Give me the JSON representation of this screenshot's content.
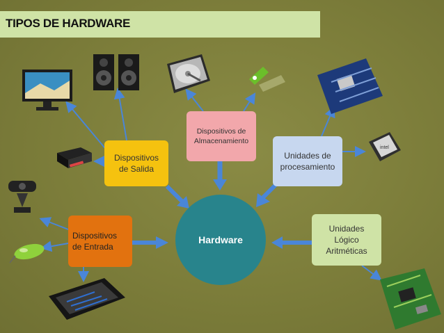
{
  "title": "TIPOS DE HARDWARE",
  "hub": {
    "label": "Hardware"
  },
  "nodes": {
    "salida": "Dispositivos\nde Salida",
    "almacenamiento": "Dispositivos de\nAlmacenamiento",
    "procesamiento": "Unidades de\nprocesamiento",
    "entrada": "Dispositivos\nde Entrada",
    "ula": "Unidades\nLógico\nAritméticas"
  },
  "colors": {
    "background": "#7c7d3a",
    "title_bar": "#cfe3a6",
    "salida": "#f5c20f",
    "almacenamiento": "#f2a7ab",
    "procesamiento": "#c7d7ef",
    "entrada": "#e2720f",
    "ula": "#cfe3a6",
    "hub": "#28848c",
    "arrow": "#4a86d8"
  },
  "devices": [
    "monitor-icon",
    "speakers-icon",
    "hard-drive-icon",
    "usb-drive-icon",
    "motherboard-icon",
    "printer-icon",
    "webcam-icon",
    "cpu-chip-icon",
    "mouse-icon",
    "keyboard-icon",
    "circuit-board-icon"
  ]
}
